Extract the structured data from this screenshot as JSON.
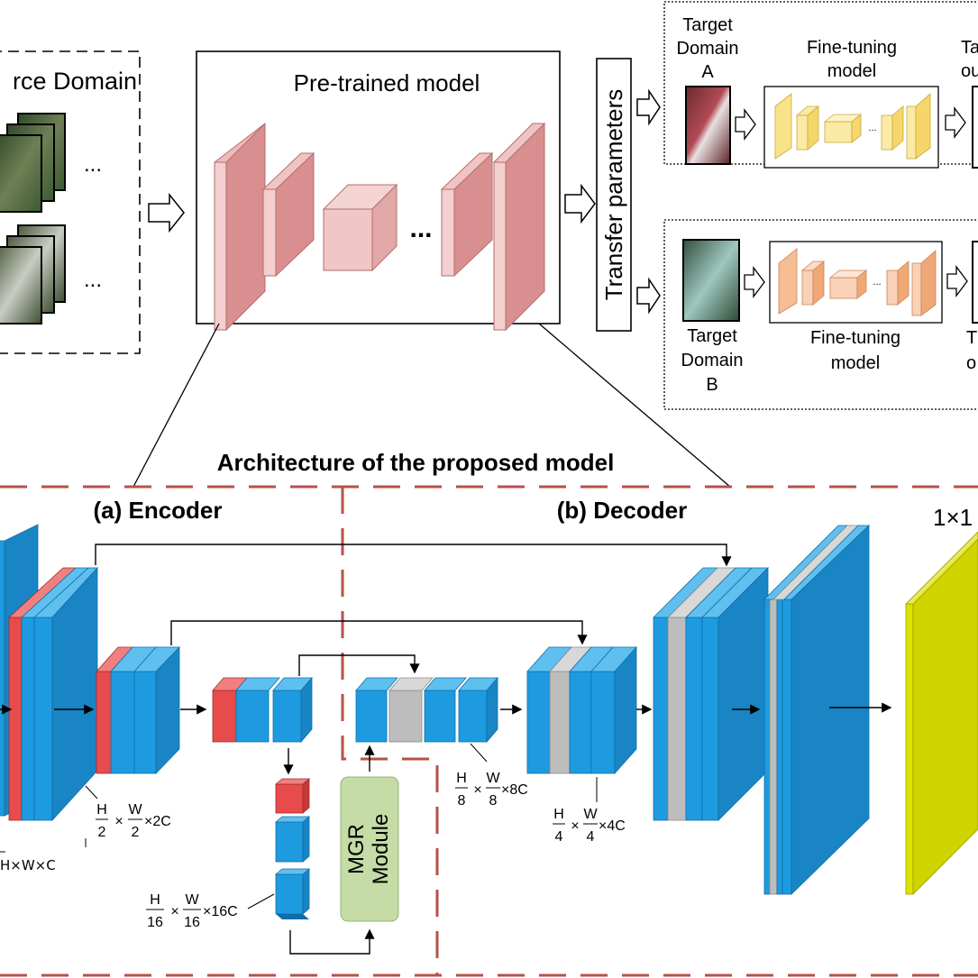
{
  "top": {
    "source_domain_label": "rce Domain",
    "ellipsis": "...",
    "pretrained_title": "Pre-trained model",
    "pretrained_ellipsis": "...",
    "transfer_label": "Transfer parameters",
    "target_a": {
      "line1": "Target",
      "line2": "Domain",
      "line3": "A"
    },
    "finetune_a": {
      "line1": "Fine-tuning",
      "line2": "model"
    },
    "finetune_dots": "...",
    "output_a": {
      "line1": "Ta",
      "line2": "ou"
    },
    "target_b": {
      "line1": "Target",
      "line2": "Domain",
      "line3": "B"
    },
    "finetune_b": {
      "line1": "Fine-tuning",
      "line2": "model"
    },
    "output_b": {
      "line1": "T",
      "line2": "o"
    }
  },
  "arch": {
    "title": "Architecture of the proposed model",
    "encoder_label": "(a) Encoder",
    "decoder_label": "(b) Decoder",
    "conv_label_partial": "1×1",
    "mgr_line1": "MGR",
    "mgr_line2": "Module",
    "dims": {
      "hwc": "H×W×C",
      "d2": {
        "h": "H",
        "hden": "2",
        "w": "W",
        "wden": "2",
        "suffix": "×2C"
      },
      "d16": {
        "h": "H",
        "hden": "16",
        "w": "W",
        "wden": "16",
        "suffix": "×16C"
      },
      "d8": {
        "h": "H",
        "hden": "8",
        "w": "W",
        "wden": "8",
        "suffix": "×8C"
      },
      "d4": {
        "h": "H",
        "hden": "4",
        "w": "W",
        "wden": "4",
        "suffix": "×4C"
      },
      "times": "×"
    }
  },
  "colors": {
    "blue_front": "#1e9be0",
    "red_front": "#e84b4b",
    "gray_front": "#bdbdbd",
    "yellow_front": "#cfd400",
    "pink_front": "#d98f8f",
    "green_module": "#c5dca6",
    "dashed_border": "#b5524a"
  }
}
